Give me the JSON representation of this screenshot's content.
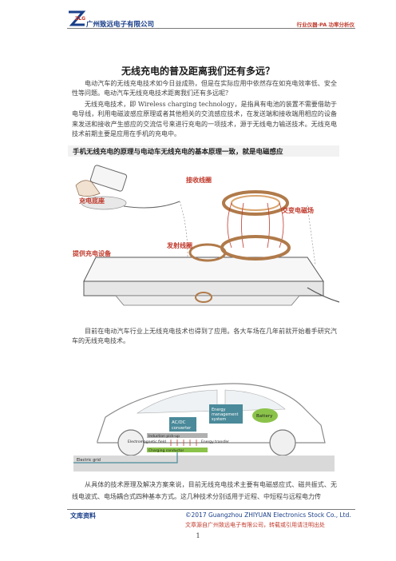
{
  "header": {
    "logo_text": "ZLG",
    "company": "广州致远电子有限公司",
    "tagline": "行业仪器·PA 功率分析仪"
  },
  "article": {
    "title": "无线充电的普及距离我们还有多远？",
    "paragraphs": [
      "电动汽车的无线充电技术如今日益成熟，但是在实际应用中依然存在如充电效率低、安全性等问题。电动汽车无线充电技术距离我们还有多远呢？",
      "无线充电技术，即 Wireless charging technology，是指具有电池的装置不需要借助于电导线，利用电磁波感应原理或者其他相关的交流感应技术，在发送端和接收端用相应的设备来发送和接收产生感应的交流信号来进行充电的一项技术，源于无线电力输送技术。无线充电技术前期主要是应用在手机的充电中。",
      "目前在电动汽车行业上无线充电技术也得到了应用。各大车场在几年前就开始着手研究汽车的无线充电技术。",
      "从具体的技术原理及解决方案来说，目前无线充电技术主要有电磁感应式、磁共振式、无线电波式、电场耦合式四种基本方式。这几种技术分别适用于近程、中短程与远程电力传"
    ]
  },
  "figure1": {
    "banner": "手机无线充电的原理与电动车无线充电的基本原理一致，就是电磁感应",
    "labels": {
      "receive_coil": "接收线圈",
      "charge_receiver": "充电底座",
      "alternating_field": "交变电磁场",
      "transmit_coil": "发射线圈",
      "charging_device": "提供充电设备"
    }
  },
  "figure2": {
    "labels": {
      "acdc": "AC/DC",
      "converter": "converter",
      "energy": "Energy",
      "management": "management",
      "system": "system",
      "battery": "Battery",
      "induction_pickup": "Induction pick-up",
      "em_field": "Electromagnetic field",
      "energy_transfer": "Energy transfer",
      "charging_conductor": "Charging conductor",
      "electric_grid": "Electric grid"
    }
  },
  "footer": {
    "left": "文库资料",
    "copyright": "©2017 Guangzhou ZHIYUAN Electronics Stock Co., Ltd.",
    "note": "文章源自广州致远电子有限公司，转载或引用请注明出处",
    "page": "1"
  },
  "colors": {
    "brand_blue": "#1a3f8a",
    "accent_red": "#c0392b",
    "banner_bg": "#f2f2f2"
  }
}
